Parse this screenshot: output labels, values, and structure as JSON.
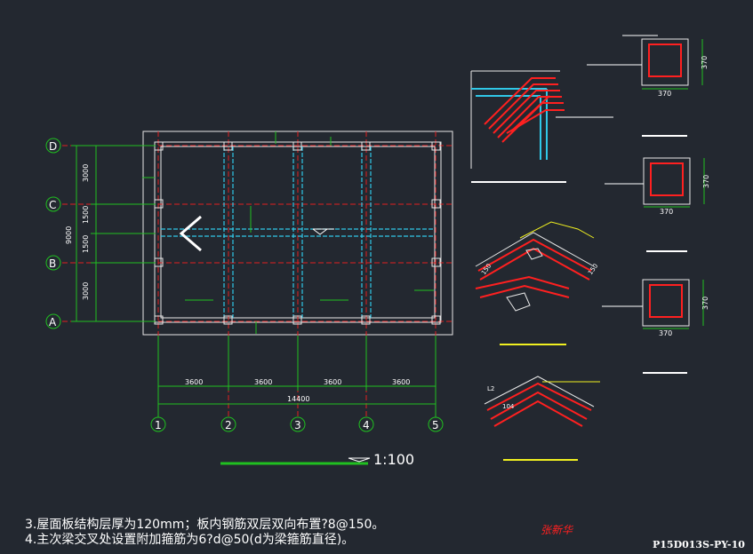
{
  "colors": {
    "background": "#232830",
    "grid_red": "#e02020",
    "beam_cyan": "#30c8e8",
    "dim_green": "#20c020",
    "outline_white": "#e8e8e8",
    "rebar_red": "#ff2020",
    "yellow": "#f0f020"
  },
  "plan": {
    "axes_rows": [
      "D",
      "C",
      "B",
      "A"
    ],
    "axes_cols": [
      "1",
      "2",
      "3",
      "4",
      "5"
    ],
    "dims_left": [
      "3000",
      "1500",
      "1500",
      "3000"
    ],
    "dim_left_total": "9000",
    "dims_bottom": [
      "3600",
      "3600",
      "3600",
      "3600"
    ],
    "dim_bottom_total": "14400",
    "scale": "1:100"
  },
  "sections": {
    "column_dims": [
      {
        "width": "370",
        "height": "370"
      },
      {
        "width": "370",
        "height": "370"
      },
      {
        "width": "370",
        "height": "370"
      }
    ],
    "detail_dims": [
      "150",
      "150",
      "L2",
      "104"
    ]
  },
  "notes": {
    "line3": "3.屋面板结构层厚为120mm；板内钢筋双层双向布置?8@150。",
    "line4": "4.主次梁交叉处设置附加箍筋为6?d@50(d为梁箍筋直径)。"
  },
  "sheet_number": "P15D013S-PY-10",
  "signature": "张新华"
}
